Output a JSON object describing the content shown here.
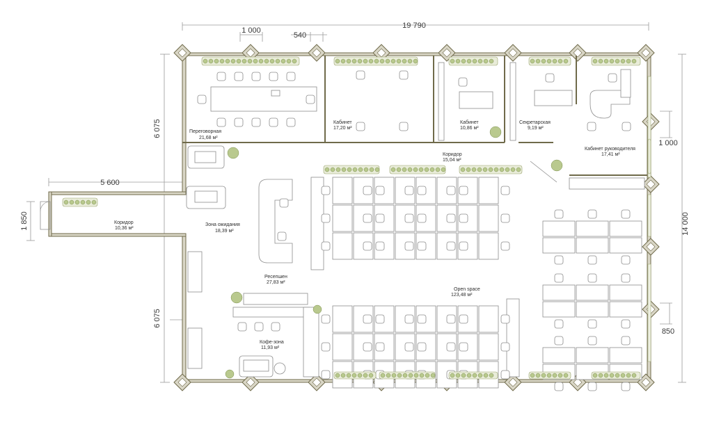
{
  "dimensions": {
    "top_total": "19 790",
    "top_a": "1 000",
    "top_b": "540",
    "left_upper": "6 075",
    "left_lower": "6 075",
    "left_corridor_width": "5 600",
    "left_corridor_height": "1 850",
    "right_total": "14 000",
    "right_upper": "1 000",
    "right_lower": "850"
  },
  "rooms": [
    {
      "id": "meeting",
      "name": "Переговорная",
      "area": "21,68 м²"
    },
    {
      "id": "office1",
      "name": "Кабинет",
      "area": "17,20 м²"
    },
    {
      "id": "office2",
      "name": "Кабинет",
      "area": "10,86 м²"
    },
    {
      "id": "secretary",
      "name": "Секретарская",
      "area": "9,19 м²"
    },
    {
      "id": "director",
      "name": "Кабинет руководителя",
      "area": "17,41 м²"
    },
    {
      "id": "corridor_top",
      "name": "Коридор",
      "area": "15,04 м²"
    },
    {
      "id": "corridor_left",
      "name": "Коридор",
      "area": "10,36 м²"
    },
    {
      "id": "waiting",
      "name": "Зона ожидания",
      "area": "18,39 м²"
    },
    {
      "id": "reception",
      "name": "Ресепшен",
      "area": "27,83 м²"
    },
    {
      "id": "openspace",
      "name": "Open space",
      "area": "123,48 м²"
    },
    {
      "id": "coffee",
      "name": "Кофе-зона",
      "area": "11,93 м²"
    }
  ],
  "colors": {
    "wall": "#d9d6c6",
    "wall_stroke": "#6f6a4a",
    "plant": "#b9c98e",
    "line": "#8c8c8c"
  }
}
